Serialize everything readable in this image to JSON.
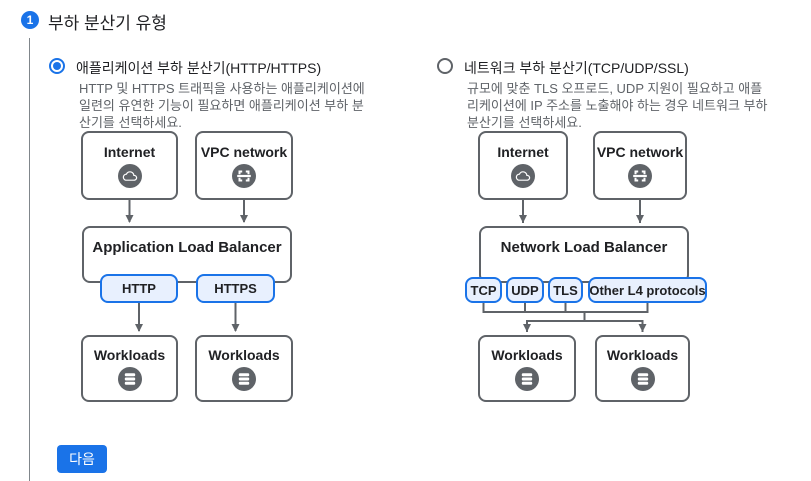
{
  "colors": {
    "accent_blue": "#1a73e8",
    "chip_background": "#e8f0fe",
    "box_border_gray": "#5f6368",
    "text_primary": "#202124",
    "text_secondary": "#5f6368"
  },
  "step": {
    "number": "1",
    "title": "부하 분산기 유형"
  },
  "options": [
    {
      "label": "애플리케이션 부하 분산기(HTTP/HTTPS)",
      "selected": true,
      "description": "HTTP 및 HTTPS 트래픽을 사용하는 애플리케이션에 일련의 유연한 기능이 필요하면 애플리케이션 부하 분산기를 선택하세요.",
      "diagram": {
        "sources": [
          {
            "label": "Internet",
            "icon": "cloud-icon"
          },
          {
            "label": "VPC network",
            "icon": "vpc-icon"
          }
        ],
        "balancer": "Application Load Balancer",
        "protocols": [
          "HTTP",
          "HTTPS"
        ],
        "targets": [
          {
            "label": "Workloads",
            "icon": "database-icon"
          },
          {
            "label": "Workloads",
            "icon": "database-icon"
          }
        ]
      }
    },
    {
      "label": "네트워크 부하 분산기(TCP/UDP/SSL)",
      "selected": false,
      "description": "규모에 맞춘 TLS 오프로드, UDP 지원이 필요하고 애플리케이션에 IP 주소를 노출해야 하는 경우 네트워크 부하 분산기를 선택하세요.",
      "diagram": {
        "sources": [
          {
            "label": "Internet",
            "icon": "cloud-icon"
          },
          {
            "label": "VPC network",
            "icon": "vpc-icon"
          }
        ],
        "balancer": "Network Load Balancer",
        "protocols": [
          "TCP",
          "UDP",
          "TLS",
          "Other L4 protocols"
        ],
        "targets": [
          {
            "label": "Workloads",
            "icon": "database-icon"
          },
          {
            "label": "Workloads",
            "icon": "database-icon"
          }
        ]
      }
    }
  ],
  "next_button": {
    "label": "다음"
  }
}
